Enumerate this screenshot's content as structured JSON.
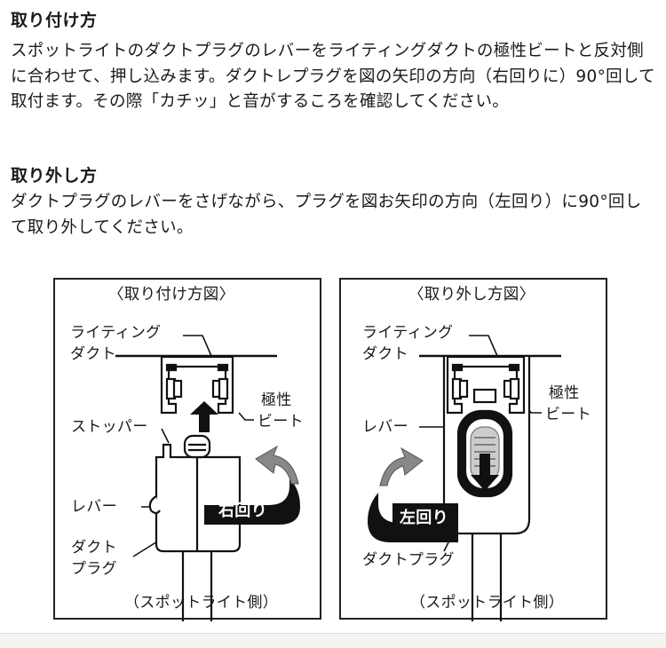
{
  "install": {
    "heading": "取り付け方",
    "text": "スポットライトのダクトプラグのレバーをライティングダクトの極性ビートと反対側に合わせて、押し込みます。ダクトレプラグを図の矢印の方向（右回りに）90°回して取付ます。その際「カチッ」と音がするころを確認してください。"
  },
  "remove": {
    "heading": "取り外し方",
    "text": "ダクトプラグのレバーをさげながら、プラグを図お矢印の方向（左回り）に90°回して取り外してください。"
  },
  "figure_install": {
    "title": "〈取り付け方図〉",
    "duct_label_1": "ライティング",
    "duct_label_2": "ダクト",
    "stopper": "ストッパー",
    "polarity_1": "極性",
    "polarity_2": "ビート",
    "lever": "レバー",
    "rotation": "右回り",
    "plug_1": "ダクト",
    "plug_2": "プラグ",
    "footer": "（スポットライト側）"
  },
  "figure_remove": {
    "title": "〈取り外し方図〉",
    "duct_label_1": "ライティング",
    "duct_label_2": "ダクト",
    "polarity_1": "極性",
    "polarity_2": "ビート",
    "lever": "レバー",
    "rotation": "左回り",
    "plug": "ダクトプラグ",
    "footer": "（スポットライト側）"
  }
}
